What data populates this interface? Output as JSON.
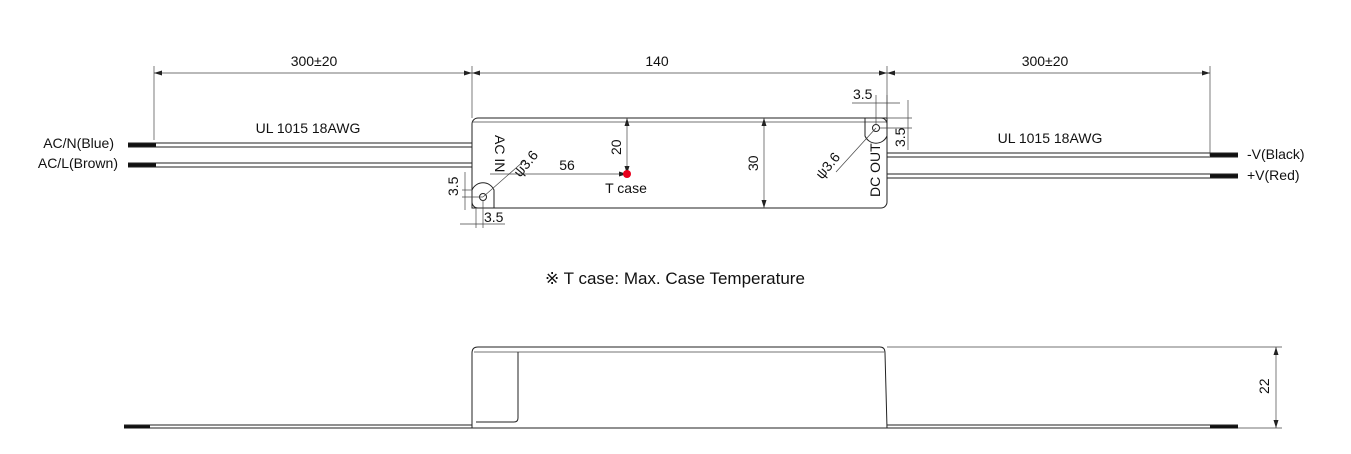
{
  "top_view": {
    "dims": {
      "left_cable": "300±20",
      "body_length": "140",
      "right_cable": "300±20",
      "hole_offset_a": "3.5",
      "hole_offset_b": "3.5",
      "hole_offset_c": "3.5",
      "hole_offset_d": "3.5",
      "tcase_from_edge": "56",
      "tcase_from_top": "20",
      "body_width": "30",
      "hole_dia_left": "ψ3.6",
      "hole_dia_right": "ψ3.6"
    },
    "labels": {
      "cable_left": "UL 1015 18AWG",
      "cable_right": "UL 1015 18AWG",
      "ac_n": "AC/N(Blue)",
      "ac_l": "AC/L(Brown)",
      "v_neg": "-V(Black)",
      "v_pos": "+V(Red)",
      "ac_in": "AC IN",
      "dc_out": "DC OUT",
      "tcase": "T case"
    },
    "colors": {
      "tcase_dot": "#e8001c"
    }
  },
  "note": "※ T case: Max. Case Temperature",
  "side_view": {
    "height": "22"
  }
}
